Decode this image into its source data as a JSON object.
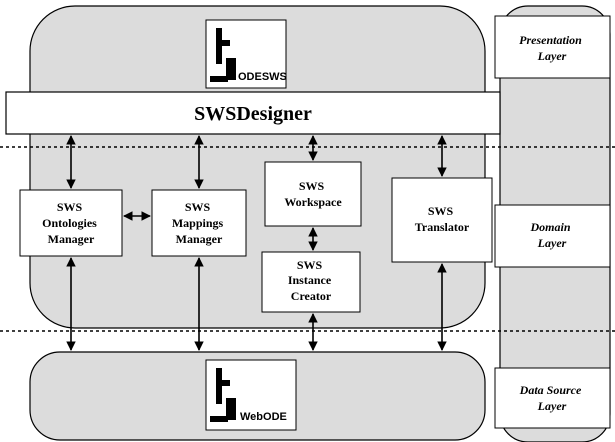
{
  "designer": {
    "title": "SWSDesigner"
  },
  "logos": {
    "top": "ODESWS",
    "bottom": "WebODE"
  },
  "components": {
    "ontologies_manager": [
      "SWS",
      "Ontologies",
      "Manager"
    ],
    "mappings_manager": [
      "SWS",
      "Mappings",
      "Manager"
    ],
    "workspace": [
      "SWS",
      "Workspace"
    ],
    "instance_creator": [
      "SWS",
      "Instance",
      "Creator"
    ],
    "translator": [
      "SWS",
      "Translator"
    ]
  },
  "layers": {
    "presentation": [
      "Presentation",
      "Layer"
    ],
    "domain": [
      "Domain",
      "Layer"
    ],
    "data_source": [
      "Data Source",
      "Layer"
    ]
  },
  "colors": {
    "panel_fill": "#dcdcdc",
    "box_fill": "#ffffff",
    "stroke": "#000000"
  }
}
